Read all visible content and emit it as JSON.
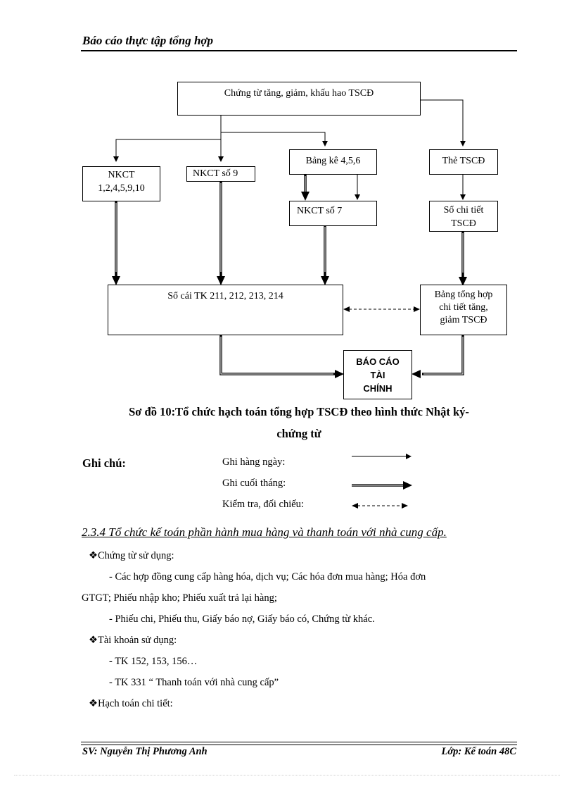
{
  "header": {
    "title": "Báo cáo thực tập tổng hợp"
  },
  "diagram": {
    "top_box": "Chứng từ tăng, giảm, khấu hao TSCĐ",
    "nkct_1": "NKCT\n1,2,4,5,9,10",
    "nkct_9": "NKCT số 9",
    "bang_ke": "Bảng kê 4,5,6",
    "the_tscd": "Thẻ TSCĐ",
    "nkct_7": "NKCT số 7",
    "so_chi_tiet": "Sổ chi tiết\nTSCĐ",
    "so_cai": "Sổ cái TK 211, 212, 213, 214",
    "bang_tong_hop": "Bảng tổng hợp\nchi tiết tăng,\ngiảm TSCĐ",
    "bao_cao": "BÁO CÁO\nTÀI\nCHÍNH"
  },
  "caption": {
    "line1": "Sơ đồ 10:Tổ chức hạch toán tổng hợp TSCĐ theo hình thức Nhật ký-",
    "line2": "chứng từ"
  },
  "legend": {
    "label": "Ghi chú:",
    "items": [
      {
        "text": "Ghi hàng ngày:",
        "style": "single-arrow"
      },
      {
        "text": "Ghi cuối tháng:",
        "style": "double-arrow"
      },
      {
        "text": "Kiểm tra, đối chiếu:",
        "style": "dashed-double-headed"
      }
    ]
  },
  "section": {
    "heading": "2.3.4 Tổ chức kế toán phần hành mua hàng và thanh toán với nhà cung cấp.",
    "chung_tu_heading": "Chứng từ sử dụng:",
    "chung_tu_item1_line1": "-   Các hợp đồng cung cấp hàng hóa, dịch vụ; Các hóa đơn mua hàng; Hóa đơn",
    "chung_tu_item1_line2": "GTGT; Phiếu nhập kho; Phiếu xuất trả lại hàng;",
    "chung_tu_item2": "-   Phiếu chi, Phiếu thu, Giấy báo nợ, Giấy báo có, Chứng từ khác.",
    "tai_khoan_heading": "Tài khoản sử dụng:",
    "tai_khoan_item1": "-   TK 152, 153, 156…",
    "tai_khoan_item2": "-   TK 331 “ Thanh toán với nhà cung cấp”",
    "hach_toan_heading": "Hạch toán chi tiết:",
    "bullet_symbol": "❖"
  },
  "footer": {
    "left": "SV: Nguyễn Thị Phương Anh",
    "right": "Lớp: Kế toán 48C"
  }
}
